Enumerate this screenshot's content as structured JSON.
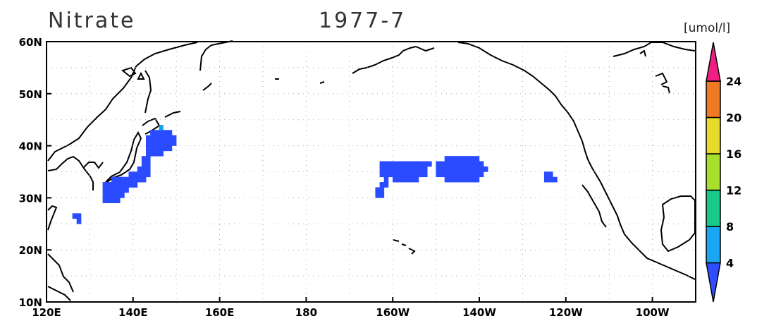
{
  "title": "Nitrate",
  "period": "1977-7",
  "units_label": "[umol/l]",
  "chart_data": {
    "type": "map",
    "variable": "Nitrate",
    "lon_range": [
      120,
      270
    ],
    "lat_range": [
      10,
      60
    ],
    "lon_ticks": [
      "120E",
      "140E",
      "160E",
      "180",
      "160W",
      "140W",
      "120W",
      "100W"
    ],
    "lat_ticks": [
      "10N",
      "20N",
      "30N",
      "40N",
      "50N",
      "60N"
    ],
    "grid": true,
    "colorbar": {
      "levels": [
        "4",
        "8",
        "12",
        "16",
        "20",
        "24"
      ],
      "colors": [
        "#2f4dff",
        "#1aa6f5",
        "#17c98a",
        "#a6e02c",
        "#e6da2a",
        "#f07a22",
        "#ee1f80"
      ]
    },
    "cells_value_range": "0-4",
    "cell_color": "#2a4bff",
    "highlight_color": "#14a0ef",
    "cells": [
      [
        126,
        26
      ],
      [
        127,
        26
      ],
      [
        127,
        25
      ],
      [
        133,
        29
      ],
      [
        134,
        29
      ],
      [
        135,
        29
      ],
      [
        136,
        29
      ],
      [
        133,
        30
      ],
      [
        134,
        30
      ],
      [
        135,
        30
      ],
      [
        136,
        30
      ],
      [
        137,
        30
      ],
      [
        133,
        31
      ],
      [
        134,
        31
      ],
      [
        135,
        31
      ],
      [
        136,
        31
      ],
      [
        137,
        31
      ],
      [
        138,
        31
      ],
      [
        133,
        32
      ],
      [
        134,
        32
      ],
      [
        135,
        32
      ],
      [
        136,
        32
      ],
      [
        137,
        32
      ],
      [
        138,
        32
      ],
      [
        139,
        32
      ],
      [
        140,
        32
      ],
      [
        135,
        33
      ],
      [
        136,
        33
      ],
      [
        137,
        33
      ],
      [
        138,
        33
      ],
      [
        139,
        33
      ],
      [
        140,
        33
      ],
      [
        141,
        33
      ],
      [
        142,
        33
      ],
      [
        139,
        34
      ],
      [
        140,
        34
      ],
      [
        141,
        34
      ],
      [
        142,
        34
      ],
      [
        143,
        34
      ],
      [
        141,
        35
      ],
      [
        142,
        35
      ],
      [
        143,
        35
      ],
      [
        142,
        36
      ],
      [
        143,
        36
      ],
      [
        142,
        37
      ],
      [
        143,
        37
      ],
      [
        143,
        38
      ],
      [
        144,
        38
      ],
      [
        145,
        38
      ],
      [
        146,
        38
      ],
      [
        143,
        39
      ],
      [
        144,
        39
      ],
      [
        145,
        39
      ],
      [
        146,
        39
      ],
      [
        147,
        39
      ],
      [
        148,
        39
      ],
      [
        143,
        40
      ],
      [
        144,
        40
      ],
      [
        145,
        40
      ],
      [
        146,
        40
      ],
      [
        147,
        40
      ],
      [
        148,
        40
      ],
      [
        149,
        40
      ],
      [
        143,
        41
      ],
      [
        144,
        41
      ],
      [
        145,
        41
      ],
      [
        146,
        41
      ],
      [
        147,
        41
      ],
      [
        148,
        41
      ],
      [
        149,
        41
      ],
      [
        144,
        42
      ],
      [
        145,
        42
      ],
      [
        146,
        42
      ],
      [
        147,
        42
      ],
      [
        148,
        42
      ],
      [
        196,
        30
      ],
      [
        197,
        30
      ],
      [
        196,
        31
      ],
      [
        197,
        31
      ],
      [
        197,
        32
      ],
      [
        198,
        32
      ],
      [
        198,
        33
      ],
      [
        197,
        34
      ],
      [
        198,
        34
      ],
      [
        199,
        34
      ],
      [
        200,
        34
      ],
      [
        201,
        34
      ],
      [
        202,
        34
      ],
      [
        197,
        35
      ],
      [
        198,
        35
      ],
      [
        199,
        35
      ],
      [
        200,
        35
      ],
      [
        201,
        35
      ],
      [
        202,
        35
      ],
      [
        203,
        35
      ],
      [
        204,
        35
      ],
      [
        205,
        35
      ],
      [
        206,
        35
      ],
      [
        207,
        35
      ],
      [
        197,
        36
      ],
      [
        198,
        36
      ],
      [
        199,
        36
      ],
      [
        200,
        36
      ],
      [
        201,
        36
      ],
      [
        202,
        36
      ],
      [
        203,
        36
      ],
      [
        204,
        36
      ],
      [
        205,
        36
      ],
      [
        206,
        36
      ],
      [
        207,
        36
      ],
      [
        208,
        36
      ],
      [
        201,
        34
      ],
      [
        203,
        34
      ],
      [
        204,
        34
      ],
      [
        205,
        34
      ],
      [
        206,
        34
      ],
      [
        207,
        34
      ],
      [
        200,
        33
      ],
      [
        201,
        33
      ],
      [
        202,
        33
      ],
      [
        203,
        33
      ],
      [
        204,
        33
      ],
      [
        205,
        33
      ],
      [
        210,
        34
      ],
      [
        210,
        35
      ],
      [
        210,
        36
      ],
      [
        211,
        34
      ],
      [
        211,
        35
      ],
      [
        211,
        36
      ],
      [
        212,
        33
      ],
      [
        212,
        34
      ],
      [
        212,
        35
      ],
      [
        212,
        36
      ],
      [
        212,
        37
      ],
      [
        213,
        33
      ],
      [
        213,
        34
      ],
      [
        213,
        35
      ],
      [
        213,
        36
      ],
      [
        213,
        37
      ],
      [
        214,
        33
      ],
      [
        214,
        34
      ],
      [
        214,
        35
      ],
      [
        214,
        36
      ],
      [
        214,
        37
      ],
      [
        215,
        33
      ],
      [
        215,
        34
      ],
      [
        215,
        35
      ],
      [
        215,
        36
      ],
      [
        215,
        37
      ],
      [
        216,
        33
      ],
      [
        216,
        34
      ],
      [
        216,
        35
      ],
      [
        216,
        36
      ],
      [
        216,
        37
      ],
      [
        217,
        33
      ],
      [
        217,
        34
      ],
      [
        217,
        35
      ],
      [
        217,
        36
      ],
      [
        217,
        37
      ],
      [
        218,
        33
      ],
      [
        218,
        34
      ],
      [
        218,
        35
      ],
      [
        218,
        36
      ],
      [
        218,
        37
      ],
      [
        219,
        33
      ],
      [
        219,
        34
      ],
      [
        219,
        35
      ],
      [
        219,
        36
      ],
      [
        219,
        37
      ],
      [
        220,
        34
      ],
      [
        220,
        35
      ],
      [
        220,
        36
      ],
      [
        221,
        35
      ],
      [
        235,
        33
      ],
      [
        236,
        33
      ],
      [
        235,
        34
      ],
      [
        236,
        34
      ],
      [
        237,
        33
      ]
    ],
    "highlight_cells": [
      [
        146,
        43
      ]
    ]
  }
}
